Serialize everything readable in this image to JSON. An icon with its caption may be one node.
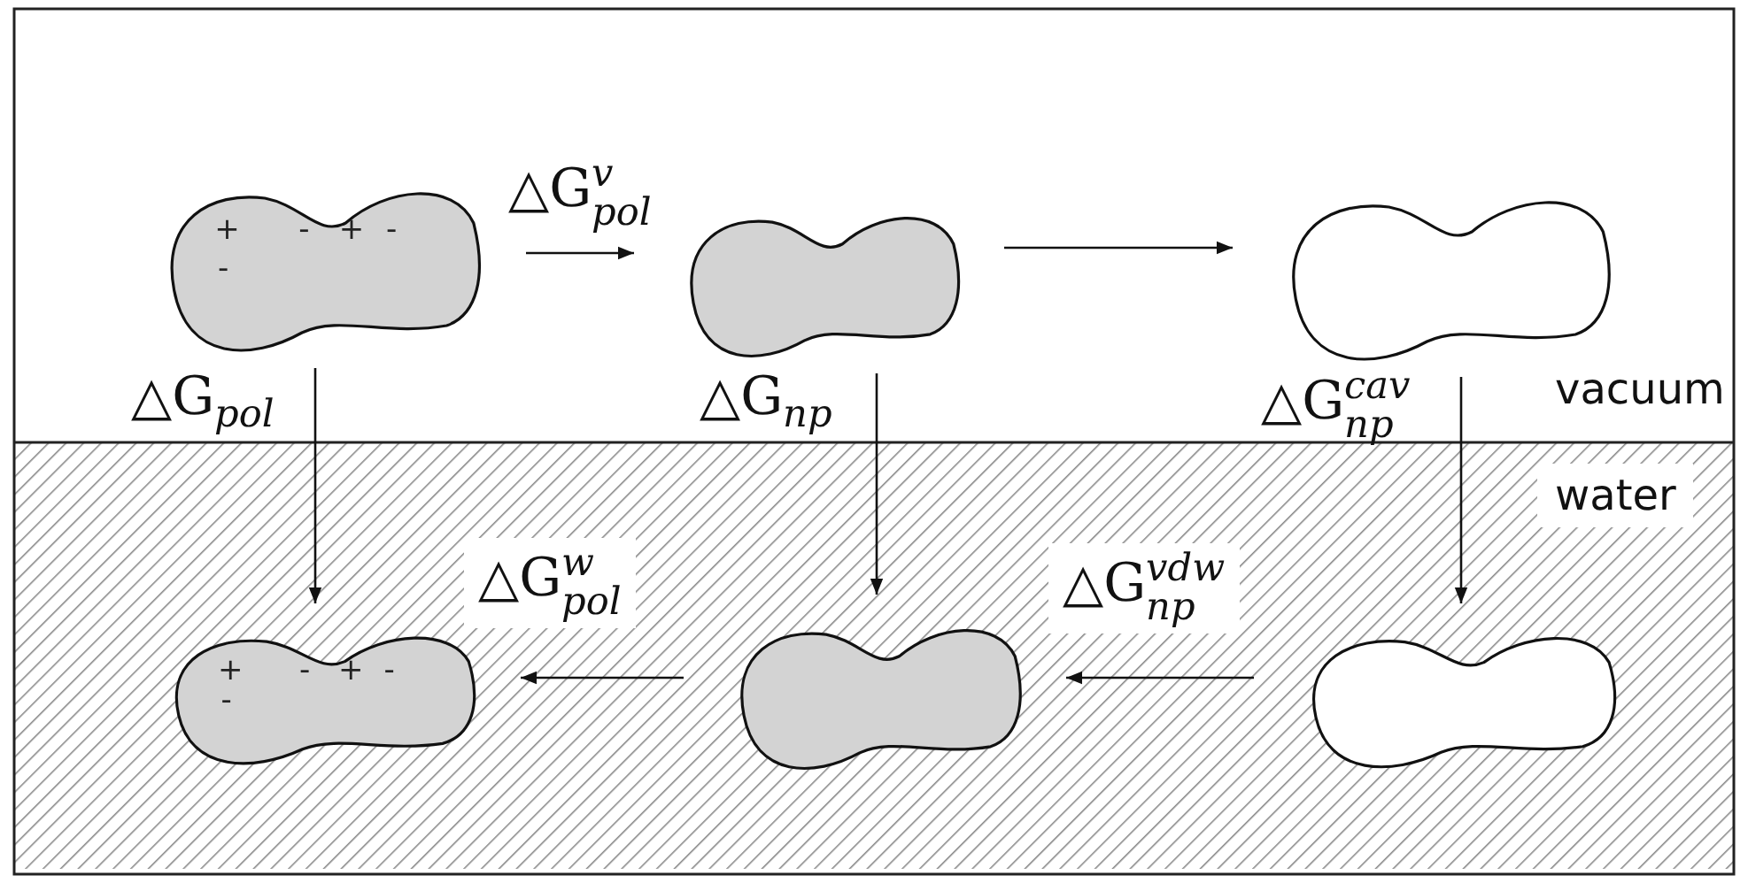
{
  "diagram": {
    "nodes": [
      {
        "text": [
          "+",
          "-",
          "-",
          "+",
          "-"
        ]
      },
      {
        "text": [],
        "shape": "blob"
      },
      {
        "text": [],
        "shape": "blob"
      },
      {
        "text": [
          "+",
          "-",
          "-",
          "+",
          "-"
        ]
      },
      {
        "text": [],
        "shape": "blob"
      },
      {
        "text": [],
        "shape": "blob"
      }
    ],
    "edges": [
      {
        "from": 0,
        "to": 1,
        "arrow": "to",
        "label": "△G$^{v}$$_{pol}$"
      },
      {
        "from": 1,
        "to": 2,
        "arrow": "to"
      },
      {
        "from": 0,
        "to": 3,
        "arrow": "to",
        "label": "△G$_{pol}$"
      },
      {
        "from": 1,
        "to": 4,
        "arrow": "to",
        "label": "△G$_{np}$"
      },
      {
        "from": 2,
        "to": 5,
        "arrow": "to",
        "label": "△G$^{cav}$$_{np}$"
      },
      {
        "from": 5,
        "to": 4,
        "arrow": "to",
        "label": "△G$^{vdw}$$_{np}$"
      },
      {
        "from": 4,
        "to": 3,
        "arrow": "to",
        "label": "△G$^{w}$$_{pol}$"
      }
    ],
    "labels": [
      "vacuum",
      "water"
    ]
  }
}
